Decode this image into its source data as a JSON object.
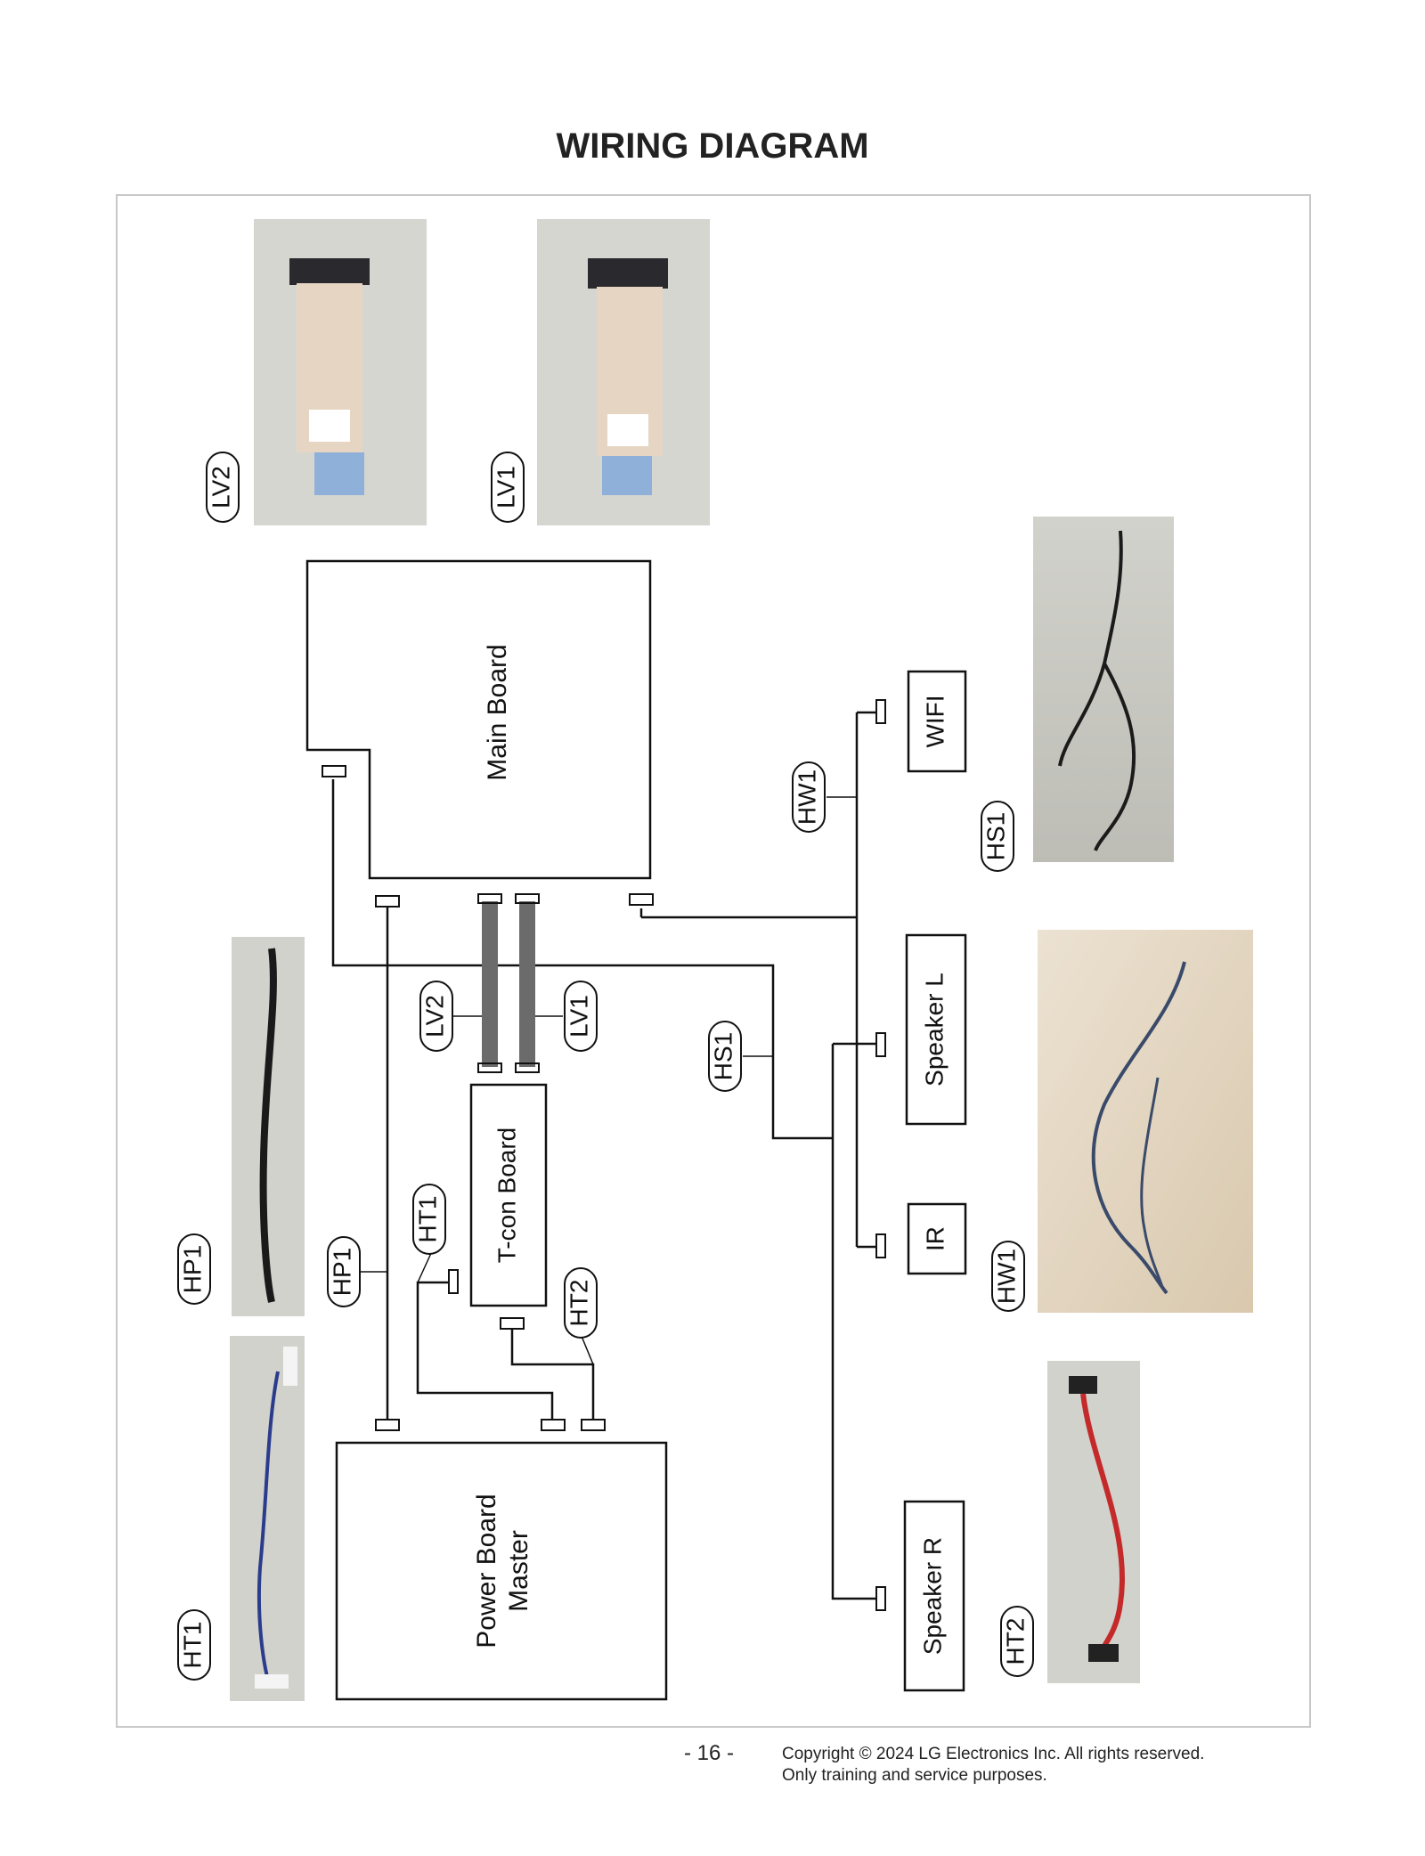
{
  "page": {
    "title": "WIRING DIAGRAM",
    "page_number": "- 16 -",
    "copyright_line1": "Copyright © 2024 LG Electronics Inc. All rights reserved.",
    "copyright_line2": "Only training and service purposes."
  },
  "boards": {
    "main_board": "Main Board",
    "tcon_board": "T-con Board",
    "power_board_line1": "Power Board",
    "power_board_line2": "Master",
    "wifi": "WIFI",
    "speaker_l": "Speaker L",
    "ir": "IR",
    "speaker_r": "Speaker R"
  },
  "cables": {
    "lv1": "LV1",
    "lv2": "LV2",
    "hs1": "HS1",
    "hw1": "HW1",
    "hp1": "HP1",
    "ht1": "HT1",
    "ht2": "HT2"
  },
  "photo_labels": {
    "lv2": "LV2",
    "lv1": "LV1",
    "hs1": "HS1",
    "hw1": "HW1",
    "hp1": "HP1",
    "ht1": "HT1",
    "ht2": "HT2"
  },
  "colors": {
    "line": "#111111",
    "ffc_cable": "#6b6b6b",
    "photo_background": "#d8d8d2",
    "hp1_cable": "#1a1a1a",
    "ht2_cable": "#c42a2a",
    "hw1_cable": "#3a4a6a"
  }
}
